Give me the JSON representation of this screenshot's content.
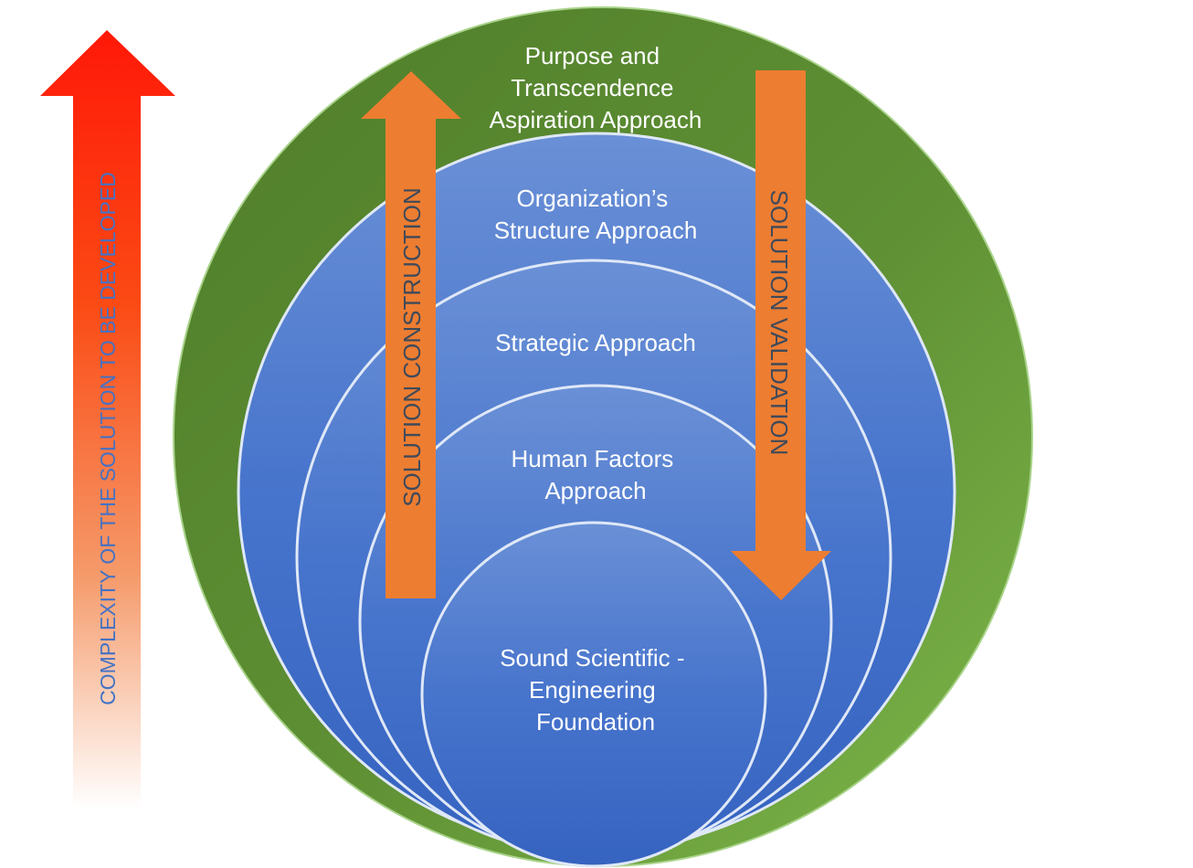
{
  "layers": [
    {
      "lines": [
        "Purpose and",
        "Transcendence",
        "Aspiration Approach"
      ]
    },
    {
      "lines": [
        "Organization’s",
        "Structure Approach"
      ]
    },
    {
      "lines": [
        "Strategic Approach"
      ]
    },
    {
      "lines": [
        "Human Factors",
        "Approach"
      ]
    },
    {
      "lines": [
        "Sound Scientific -",
        "Engineering",
        "Foundation"
      ]
    }
  ],
  "arrows": {
    "complexity": "COMPLEXITY OF THE SOLUTION TO BE DEVELOPED",
    "construction": "SOLUTION CONSTRUCTION",
    "validation": "SOLUTION VALIDATION"
  },
  "colors": {
    "outer_green": "#5f8f36",
    "inner_blue": "#4a78cc",
    "arrow_orange": "#ed7d31",
    "complexity_top": "#ff1a0a",
    "complexity_text": "#4472c4",
    "label_text": "#ffffff",
    "vertical_label_text": "#3f4a5a"
  }
}
